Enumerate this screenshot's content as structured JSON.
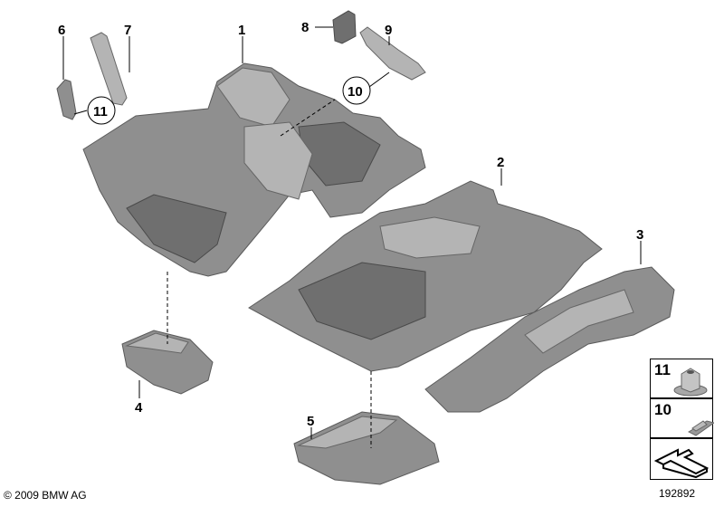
{
  "callouts": {
    "c1": "1",
    "c2": "2",
    "c3": "3",
    "c4": "4",
    "c5": "5",
    "c6": "6",
    "c7": "7",
    "c8": "8",
    "c9": "9",
    "c10": "10",
    "c11": "11"
  },
  "legend": [
    {
      "number": "11",
      "icon": "hex-nut-icon"
    },
    {
      "number": "10",
      "icon": "clip-icon"
    },
    {
      "number": "",
      "icon": "arrow-icon"
    }
  ],
  "footer": {
    "copyright": "© 2009 BMW AG",
    "diagram_id": "192892"
  }
}
